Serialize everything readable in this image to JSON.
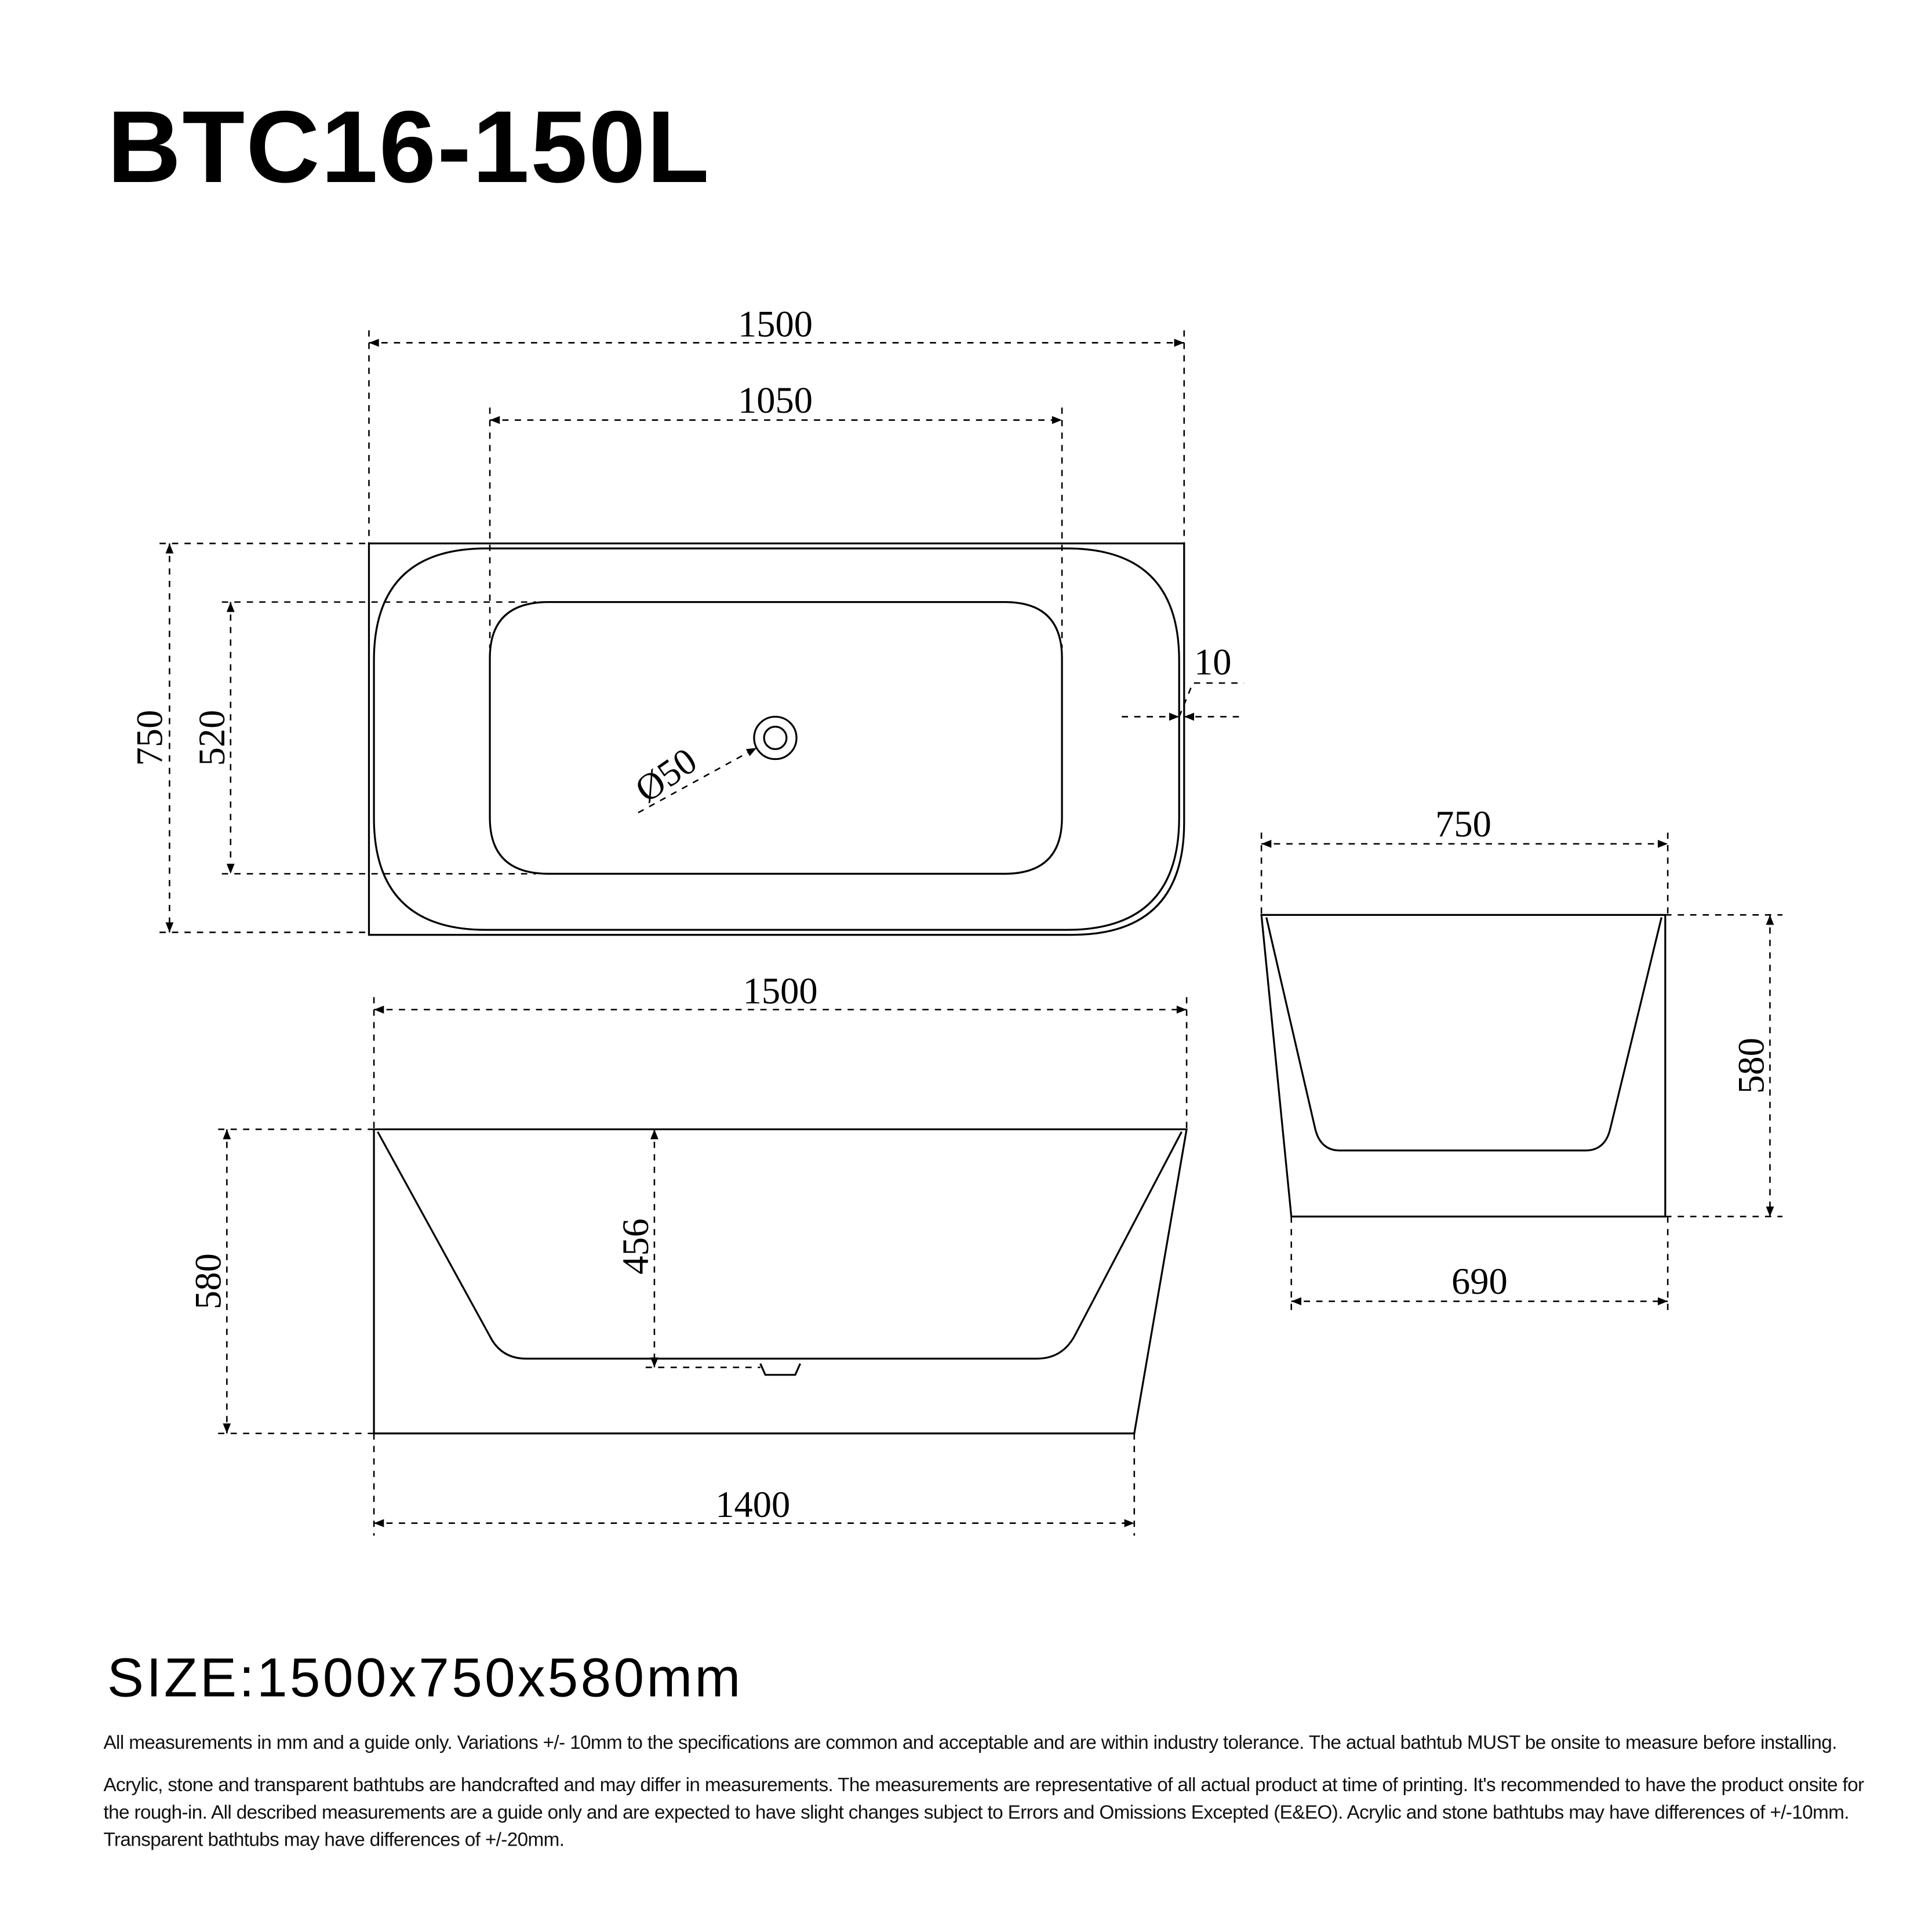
{
  "title": "BTC16-150L",
  "dimensions": {
    "top_view": {
      "overall_length": "1500",
      "inner_length": "1050",
      "overall_width": "750",
      "inner_width": "520",
      "rim_offset": "10",
      "drain_diameter": "Ø50"
    },
    "front_view": {
      "top_length": "1500",
      "height": "580",
      "inner_depth": "456",
      "base_length": "1400"
    },
    "side_view": {
      "top_width": "750",
      "height": "580",
      "base_width": "690"
    }
  },
  "size_label": "SIZE:1500x750x580mm",
  "notes": [
    "All measurements in mm and a guide only. Variations +/- 10mm to the specifications are common and acceptable and are within industry tolerance. The actual bathtub MUST be onsite to measure before installing.",
    "Acrylic, stone and transparent bathtubs are handcrafted and may differ in measurements. The measurements are representative of all actual product at time of printing. It's recommended to have the product onsite for the rough-in. All described measurements are a guide only and are expected to have slight changes subject to Errors and Omissions Excepted (E&EO). Acrylic and stone bathtubs may have differences of +/-10mm. Transparent bathtubs may have differences of +/-20mm."
  ]
}
